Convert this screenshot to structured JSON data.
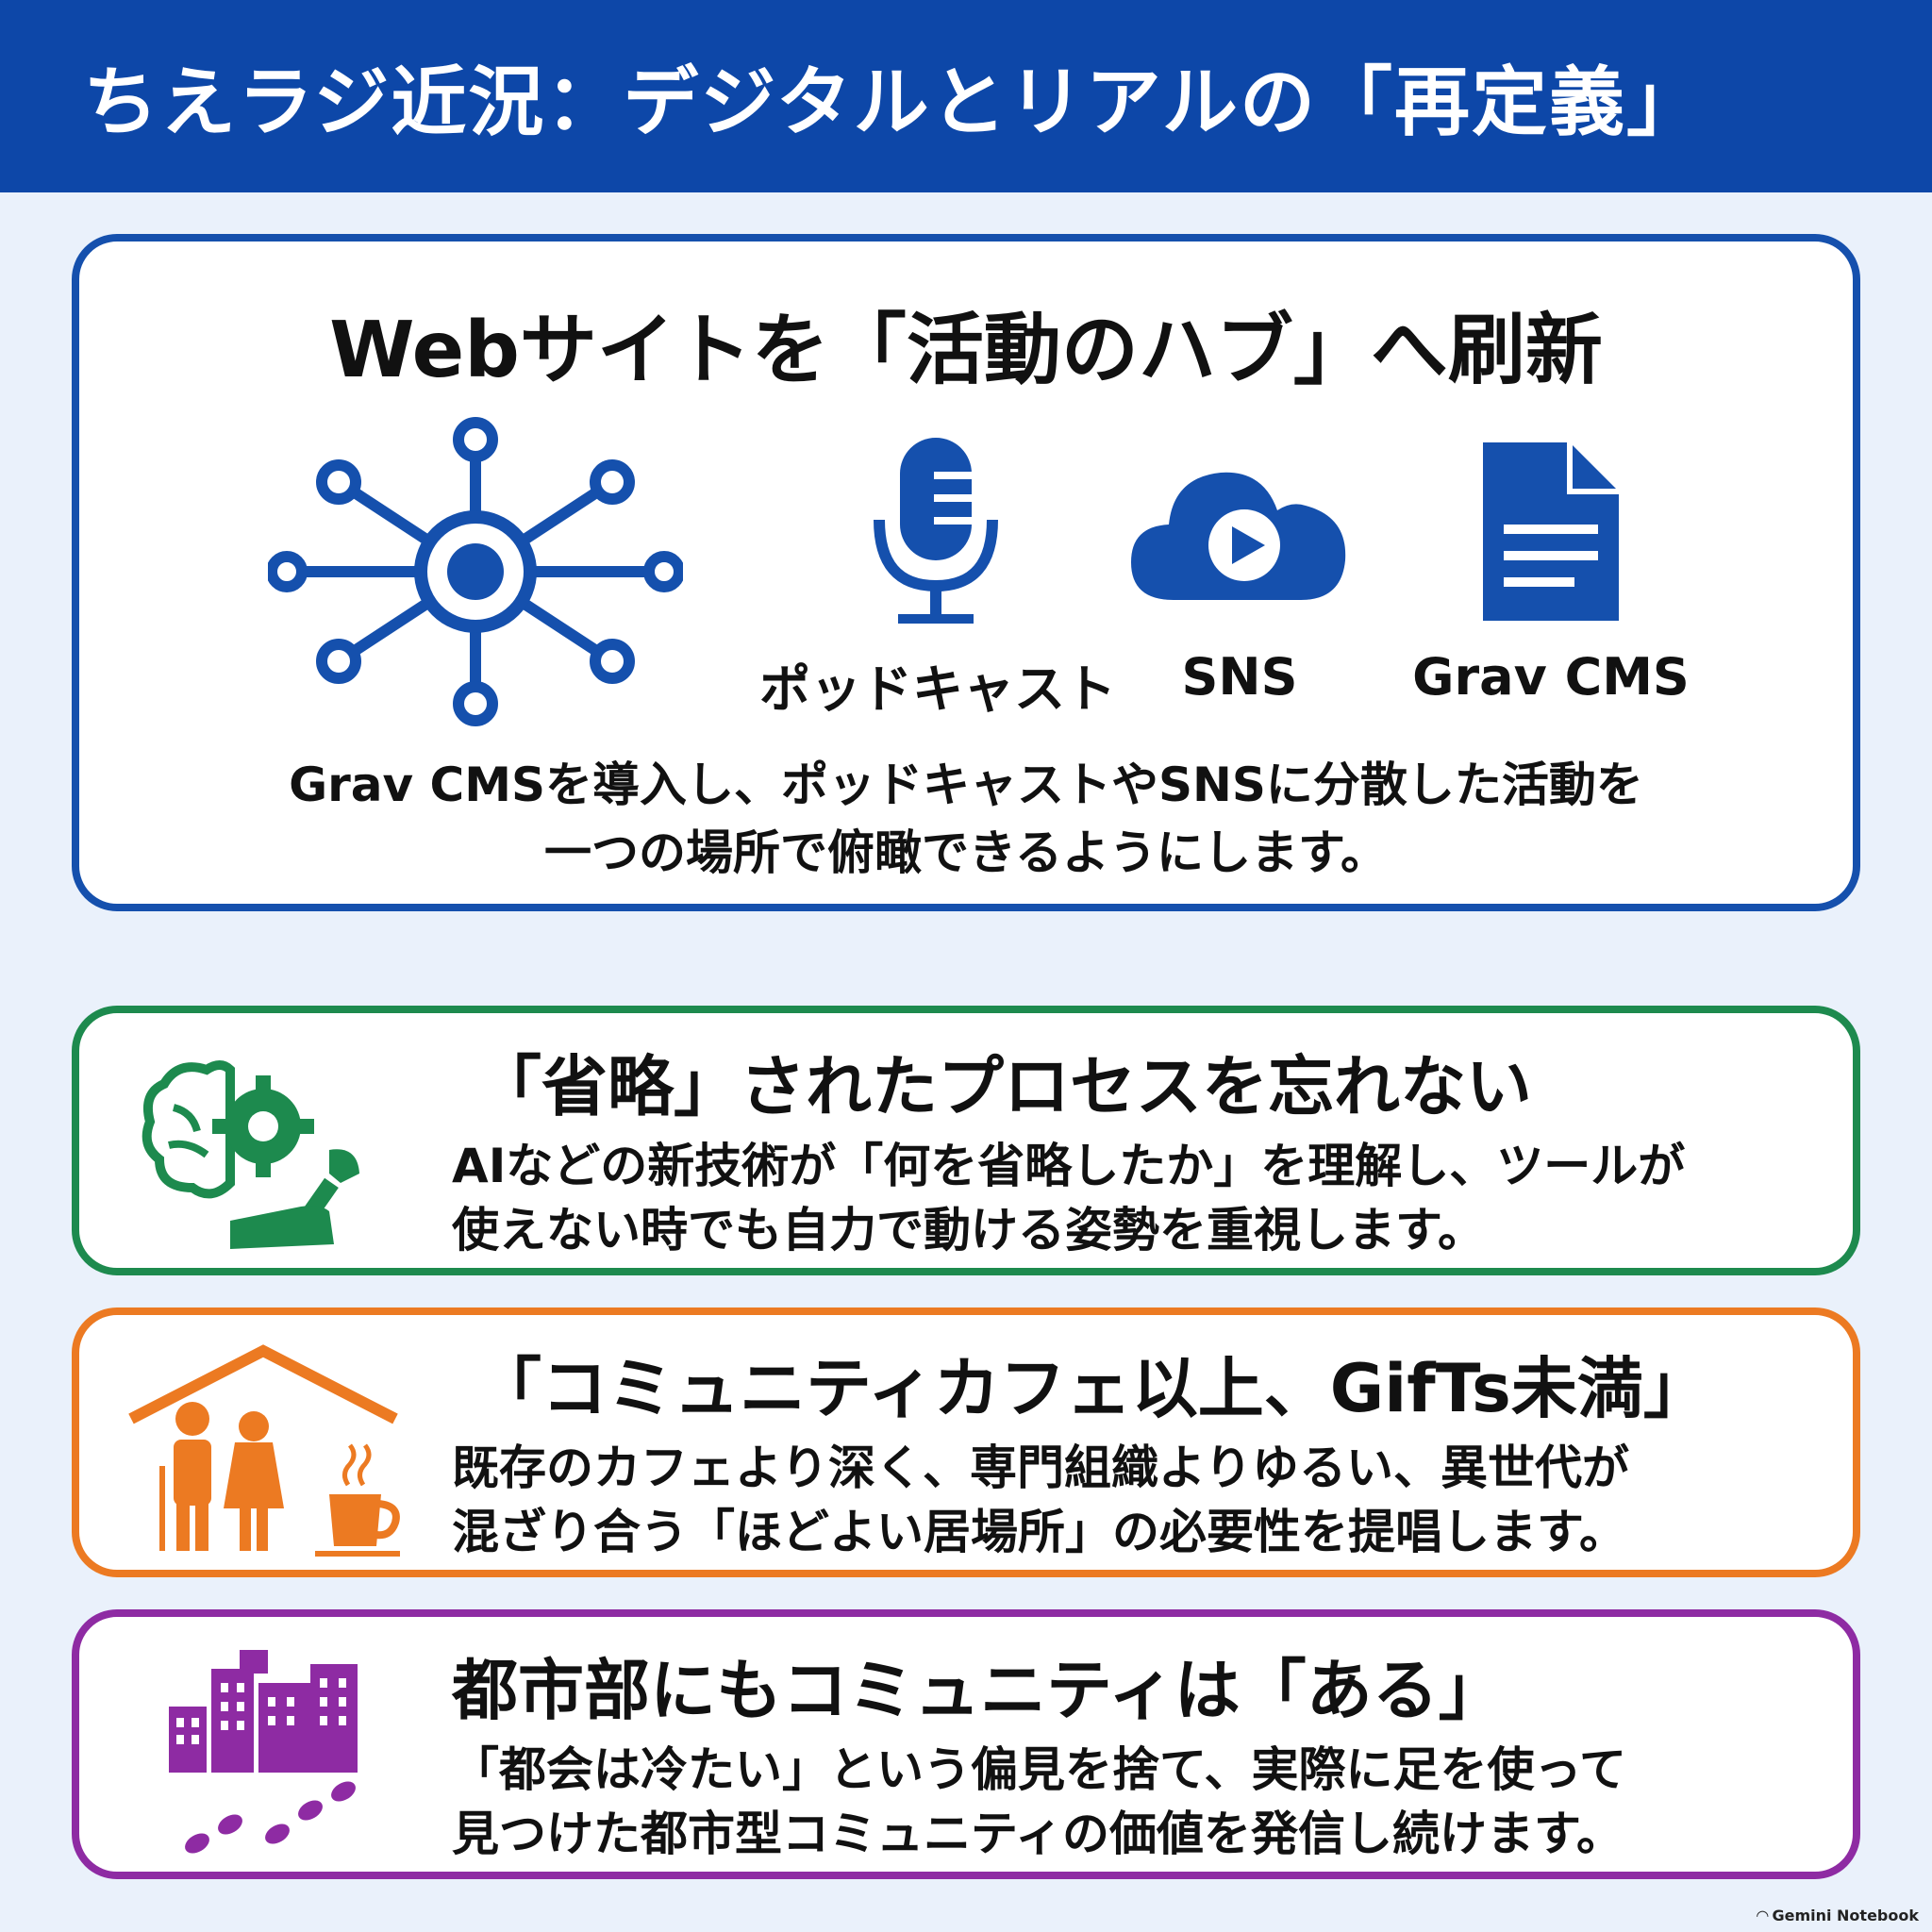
{
  "header": {
    "title": "ちえラジ近況：デジタルとリアルの「再定義」"
  },
  "hub": {
    "title": "Webサイトを「活動のハブ」へ刷新",
    "icons": [
      {
        "icon": "network-hub-icon",
        "label": ""
      },
      {
        "icon": "microphone-icon",
        "label": "ポッドキャスト"
      },
      {
        "icon": "cloud-play-icon",
        "label": "SNS"
      },
      {
        "icon": "document-icon",
        "label": "Grav CMS"
      }
    ],
    "desc_line1": "Grav CMSを導入し、ポッドキャストやSNSに分散した活動を",
    "desc_line2": "一つの場所で俯瞰できるようにします。"
  },
  "features": [
    {
      "title": "「省略」されたプロセスを忘れない",
      "line1": "AIなどの新技術が「何を省略したか」を理解し、ツールが",
      "line2": "使えない時でも自力で動ける姿勢を重視します。",
      "icon": "brain-gear-wrench-icon"
    },
    {
      "title": "「コミュニティカフェ以上、GifTs未満」",
      "line1": "既存のカフェより深く、専門組織よりゆるい、異世代が",
      "line2": "混ざり合う「ほどよい居場所」の必要性を提唱します。",
      "icon": "house-people-coffee-icon"
    },
    {
      "title": "都市部にもコミュニティは「ある」",
      "line1": "「都会は冷たい」という偏見を捨て、実際に足を使って",
      "line2": "見つけた都市型コミュニティの価値を発信し続けます。",
      "icon": "city-footprints-icon"
    }
  ],
  "colors": {
    "header": "#0d47a8",
    "blue": "#1550ad",
    "green": "#1d8a4e",
    "orange": "#ec7a22",
    "purple": "#8e2ba3"
  },
  "watermark": "Gemini Notebook"
}
